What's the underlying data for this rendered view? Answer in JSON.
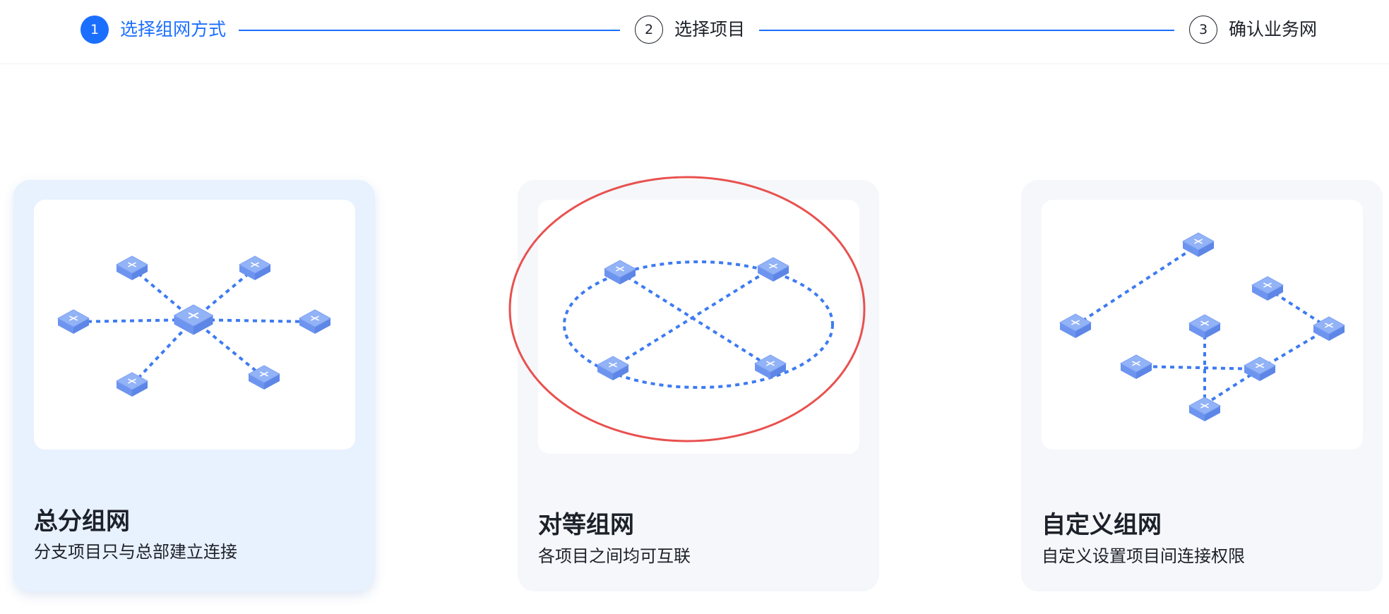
{
  "stepper": {
    "steps": [
      {
        "number": "1",
        "label": "选择组网方式",
        "state": "active"
      },
      {
        "number": "2",
        "label": "选择项目",
        "state": "idle"
      },
      {
        "number": "3",
        "label": "确认业务网",
        "state": "idle"
      }
    ]
  },
  "options": [
    {
      "title": "总分组网",
      "description": "分支项目只与总部建立连接",
      "selected": true,
      "diagram": "hub-and-spoke-network-icon"
    },
    {
      "title": "对等组网",
      "description": "各项目之间均可互联",
      "selected": false,
      "diagram": "peer-network-icon"
    },
    {
      "title": "自定义组网",
      "description": "自定义设置项目间连接权限",
      "selected": false,
      "diagram": "custom-network-icon"
    }
  ],
  "colors": {
    "accent": "#1b6fff",
    "selected_card_bg": "#e8f1fe",
    "card_bg": "#f5f7fa",
    "link_line": "#3d7bf2",
    "device_top": "#93b3f7",
    "device_side": "#6d94ef",
    "annotation": "#e8514f"
  }
}
